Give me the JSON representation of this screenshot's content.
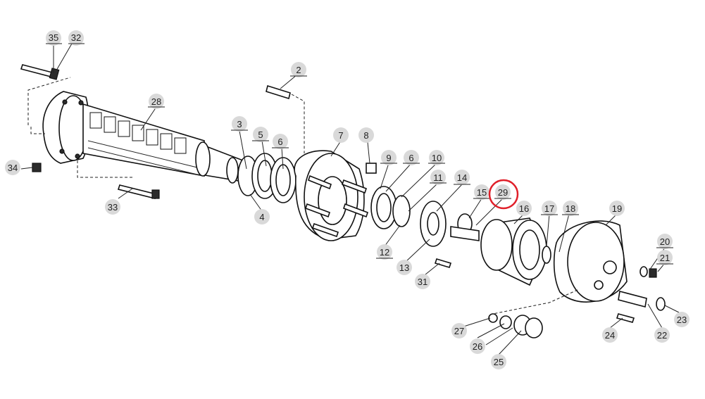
{
  "callouts": [
    {
      "id": "p35",
      "label": "35"
    },
    {
      "id": "p32",
      "label": "32"
    },
    {
      "id": "p34",
      "label": "34"
    },
    {
      "id": "p28",
      "label": "28"
    },
    {
      "id": "p33",
      "label": "33"
    },
    {
      "id": "p2",
      "label": "2"
    },
    {
      "id": "p3",
      "label": "3"
    },
    {
      "id": "p4",
      "label": "4"
    },
    {
      "id": "p5",
      "label": "5"
    },
    {
      "id": "p6a",
      "label": "6"
    },
    {
      "id": "p7",
      "label": "7"
    },
    {
      "id": "p8",
      "label": "8"
    },
    {
      "id": "p9",
      "label": "9"
    },
    {
      "id": "p6b",
      "label": "6"
    },
    {
      "id": "p10",
      "label": "10"
    },
    {
      "id": "p11",
      "label": "11"
    },
    {
      "id": "p12",
      "label": "12"
    },
    {
      "id": "p13",
      "label": "13"
    },
    {
      "id": "p14",
      "label": "14"
    },
    {
      "id": "p15",
      "label": "15"
    },
    {
      "id": "p29",
      "label": "29"
    },
    {
      "id": "p16",
      "label": "16"
    },
    {
      "id": "p17",
      "label": "17"
    },
    {
      "id": "p18",
      "label": "18"
    },
    {
      "id": "p19",
      "label": "19"
    },
    {
      "id": "p20",
      "label": "20"
    },
    {
      "id": "p21",
      "label": "21"
    },
    {
      "id": "p22",
      "label": "22"
    },
    {
      "id": "p23",
      "label": "23"
    },
    {
      "id": "p24",
      "label": "24"
    },
    {
      "id": "p25",
      "label": "25"
    },
    {
      "id": "p26",
      "label": "26"
    },
    {
      "id": "p27",
      "label": "27"
    },
    {
      "id": "p31",
      "label": "31"
    }
  ],
  "highlight": {
    "label_id": "p29",
    "color": "#e0202a"
  },
  "colors": {
    "line": "#111111",
    "badge": "#d9d9d9",
    "background": "#ffffff"
  }
}
